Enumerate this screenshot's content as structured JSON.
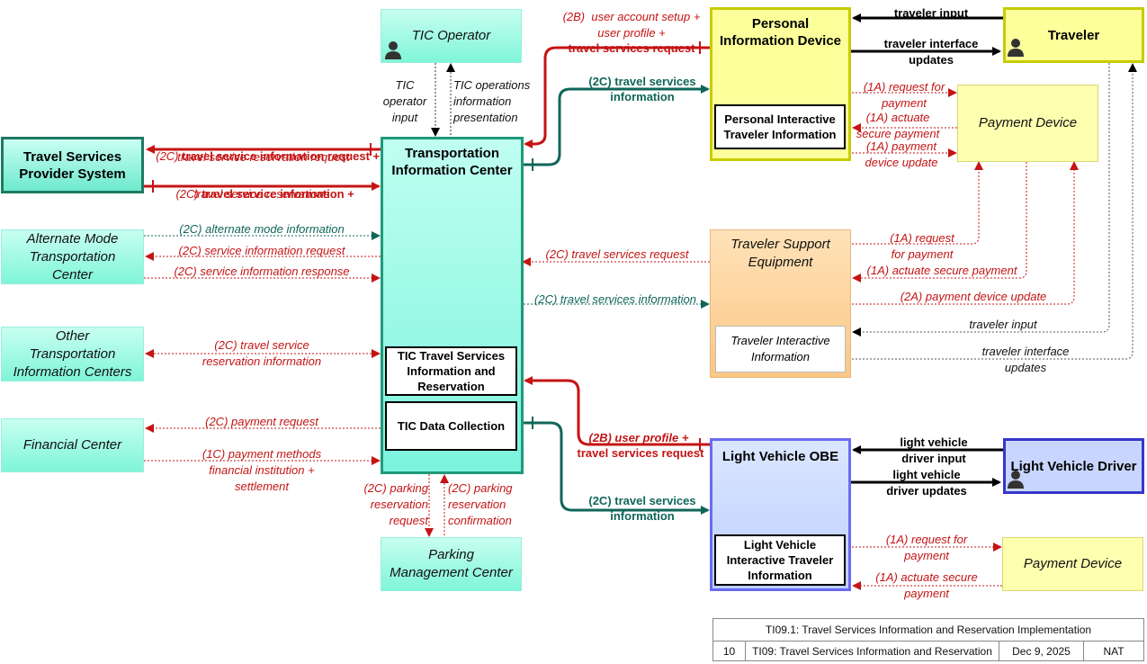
{
  "entities": {
    "tic_operator": "TIC Operator",
    "tsps": "Travel Services\nProvider System",
    "tic": "Transportation\nInformation Center",
    "tic_ts_inner": "TIC Travel Services\nInformation and\nReservation",
    "tic_dc_inner": "TIC Data Collection",
    "altmode": "Alternate Mode\nTransportation\nCenter",
    "other_tic": "Other\nTransportation\nInformation Centers",
    "financial": "Financial Center",
    "parking": "Parking\nManagement Center",
    "pid": "Personal\nInformation Device",
    "pid_inner": "Personal Interactive\nTraveler Information",
    "traveler": "Traveler",
    "payment1": "Payment Device",
    "tse": "Traveler Support\nEquipment",
    "tse_inner": "Traveler Interactive\nInformation",
    "lvobe": "Light Vehicle OBE",
    "lvobe_inner": "Light Vehicle\nInteractive Traveler\nInformation",
    "lvdriver": "Light Vehicle Driver",
    "payment2": "Payment Device"
  },
  "flows": {
    "tic_op_input": "TIC\noperator\ninput",
    "tic_op_present": "TIC operations\ninformation\npresentation",
    "pid_req_a": "(2B)  user account setup +\nuser profile +",
    "pid_req_b": "travel services request",
    "pid_info_a": "(2C) travel services",
    "pid_info_b": "information",
    "tsps_req_code": "(2C) ",
    "tsps_req_bold": "travel service information request +",
    "tsps_req_b": "travel service reservation request",
    "tsps_info_code": "(2C) ",
    "tsps_info_bold": "travel service information +",
    "tsps_info_b": "travel service reservations",
    "alt1": "(2C) alternate mode information",
    "alt2": "(2C) service information request",
    "alt3": "(2C) service information response",
    "other_tic": "(2C) travel service\nreservation information",
    "fin1": "(2C) payment request",
    "fin2": "(1C) payment methods\nfinancial institution +\nsettlement",
    "park1": "(2C) parking\nreservation\nrequest",
    "park2": "(2C) parking\nreservation\nconfirmation",
    "tse_req": "(2C) travel services request",
    "tse_info": "(2C) travel services information",
    "lv_req_a": "(2B) user profile +",
    "lv_req_b": "travel services request",
    "lv_info_a": "(2C) travel services",
    "lv_info_b": "information",
    "trav_input": "traveler input",
    "trav_updates": "traveler interface\nupdates",
    "pay_req": "(1A) request for\npayment",
    "pay_actuate": "(1A) actuate\nsecure payment",
    "pay_update": "(1A) payment\ndevice update",
    "tse_pay_req": "(1A) request\nfor payment",
    "tse_pay_act": "(1A) actuate secure payment",
    "tse_pay_upd": "(2A) payment device update",
    "tse_trav_input": "traveler input",
    "tse_trav_updates": "traveler interface\nupdates",
    "lvd_input": "light vehicle\ndriver input",
    "lvd_updates": "light vehicle\ndriver updates",
    "lv_pay_req": "(1A) request for\npayment",
    "lv_pay_act": "(1A) actuate secure\npayment"
  },
  "title_block": {
    "title": "TI09.1: Travel Services Information and Reservation Implementation",
    "number": "10",
    "subtitle": "TI09: Travel Services Information and Reservation",
    "date": "Dec 9, 2025",
    "org": "NAT"
  },
  "colors": {
    "red_flow": "#c41414",
    "green_flow": "#0f6658",
    "black_flow": "#000000"
  },
  "icons": [
    "person-icon"
  ]
}
